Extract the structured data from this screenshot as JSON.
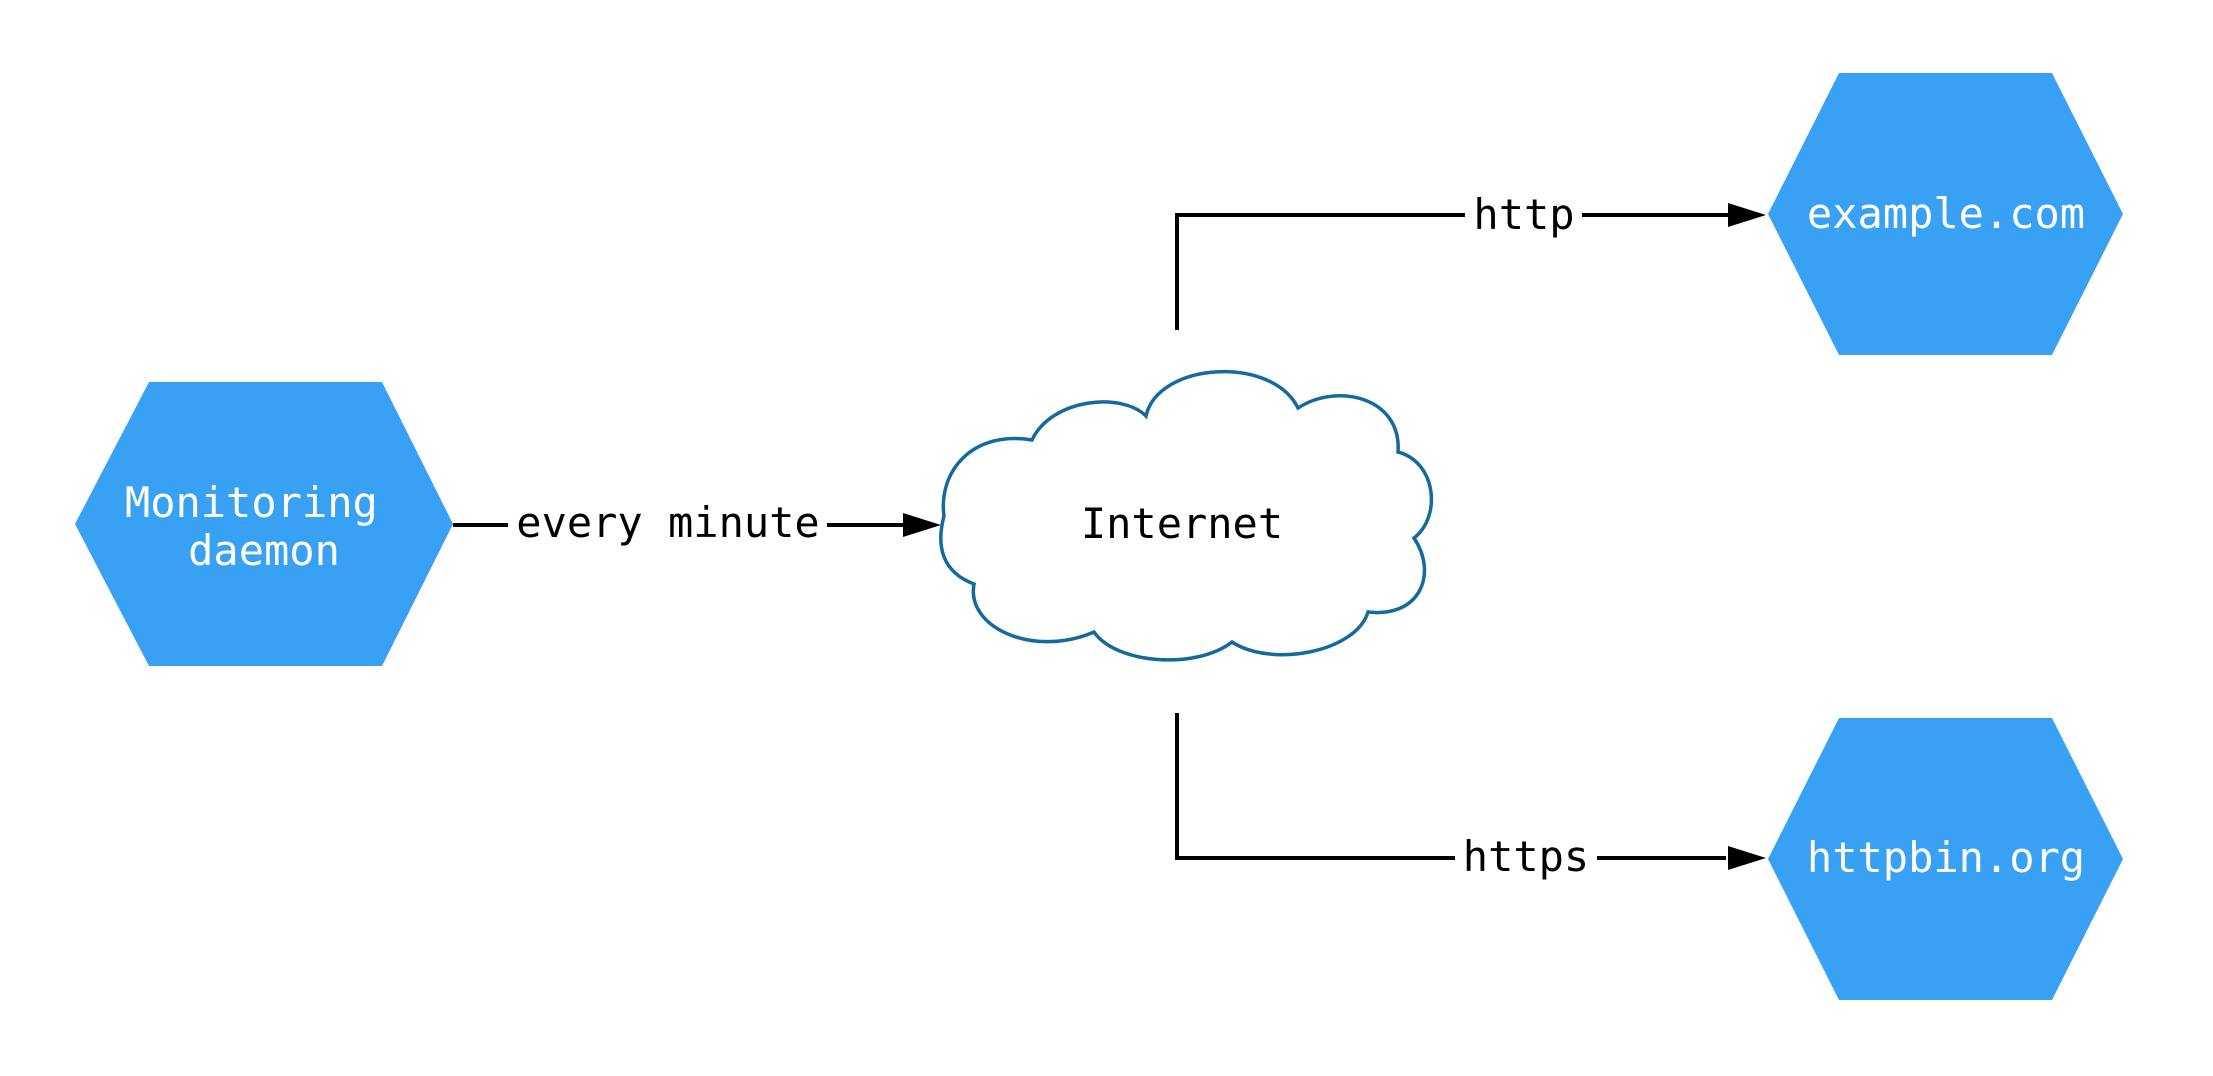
{
  "diagram": {
    "kind": "network-monitoring-diagram",
    "colors": {
      "node_fill": "#38a1f3",
      "node_text": "#ffffff",
      "cloud_fill": "#ffffff",
      "cloud_stroke": "#15699d",
      "edge_color": "#000000",
      "background": "#ffffff"
    },
    "nodes": [
      {
        "id": "monitoring-daemon",
        "shape": "hexagon",
        "lines": [
          "Monitoring",
          "daemon"
        ]
      },
      {
        "id": "internet",
        "shape": "cloud",
        "lines": [
          "Internet"
        ]
      },
      {
        "id": "example-com",
        "shape": "hexagon",
        "lines": [
          "example.com"
        ]
      },
      {
        "id": "httpbin-org",
        "shape": "hexagon",
        "lines": [
          "httpbin.org"
        ]
      }
    ],
    "edges": [
      {
        "from": "monitoring-daemon",
        "to": "internet",
        "label": "every minute"
      },
      {
        "from": "internet",
        "to": "example-com",
        "label": "http"
      },
      {
        "from": "internet",
        "to": "httpbin-org",
        "label": "https"
      }
    ]
  }
}
